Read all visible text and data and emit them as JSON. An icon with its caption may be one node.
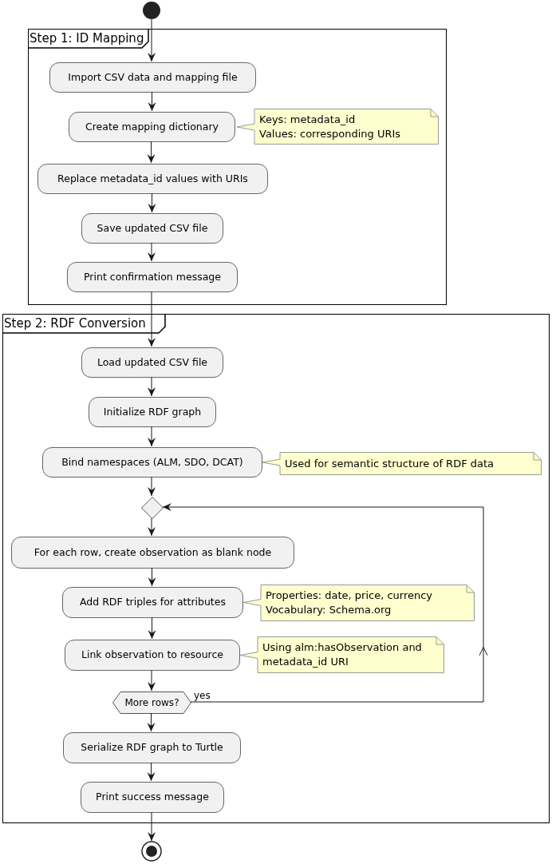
{
  "diagram": {
    "nodes": [
      {
        "text": [],
        "shape": "circle"
      },
      {
        "text": [
          "Step 1: ID Mapping"
        ]
      },
      {
        "text": [
          "Import CSV data and mapping file"
        ],
        "in": 1
      },
      {
        "text": [
          "Create mapping dictionary"
        ],
        "in": 1
      },
      {
        "text": [
          "Keys: metadata_id",
          "Values: corresponding URIs"
        ],
        "in": 1
      },
      {
        "text": [
          "Replace metadata_id values with URIs"
        ],
        "in": 1
      },
      {
        "text": [
          "Save updated CSV file"
        ],
        "in": 1
      },
      {
        "text": [
          "Print confirmation message"
        ],
        "in": 1
      },
      {
        "text": [
          "Step 2: RDF Conversion"
        ]
      },
      {
        "text": [
          "Load updated CSV file"
        ],
        "in": 8
      },
      {
        "text": [
          "Initialize RDF graph"
        ],
        "in": 8
      },
      {
        "text": [
          "Bind namespaces (ALM, SDO, DCAT)"
        ],
        "in": 8
      },
      {
        "text": [
          "Used for semantic structure of RDF data"
        ],
        "in": 8
      },
      {
        "text": [],
        "shape": "diamond",
        "in": 8
      },
      {
        "text": [
          "For each row, create observation as blank node"
        ],
        "in": 8
      },
      {
        "text": [
          "Add RDF triples for attributes"
        ],
        "in": 8
      },
      {
        "text": [
          "Properties: date, price, currency",
          "Vocabulary: Schema.org"
        ],
        "in": 8
      },
      {
        "text": [
          "Link observation to resource"
        ],
        "in": 8
      },
      {
        "text": [
          "Using alm:hasObservation and metadata_id URI"
        ],
        "in": 8
      },
      {
        "text": [
          "More rows?"
        ],
        "in": 8
      },
      {
        "text": [
          "Serialize RDF graph to Turtle"
        ],
        "in": 8
      },
      {
        "text": [
          "Print success message"
        ],
        "in": 8
      },
      {
        "text": [],
        "shape": "circle"
      }
    ],
    "edges": [
      {
        "from": 0,
        "to": 2,
        "arrow": "to"
      },
      {
        "from": 2,
        "to": 3,
        "arrow": "to"
      },
      {
        "from": 3,
        "to": 5,
        "arrow": "to"
      },
      {
        "from": 5,
        "to": 6,
        "arrow": "to"
      },
      {
        "from": 6,
        "to": 7,
        "arrow": "to"
      },
      {
        "from": 7,
        "to": 9,
        "arrow": "to"
      },
      {
        "from": 9,
        "to": 10,
        "arrow": "to"
      },
      {
        "from": 10,
        "to": 11,
        "arrow": "to"
      },
      {
        "from": 11,
        "to": 13,
        "arrow": "to"
      },
      {
        "from": 13,
        "to": 14,
        "arrow": "to"
      },
      {
        "from": 14,
        "to": 15,
        "arrow": "to"
      },
      {
        "from": 15,
        "to": 17,
        "arrow": "to"
      },
      {
        "from": 17,
        "to": 19,
        "arrow": "to"
      },
      {
        "from": 19,
        "to": 13,
        "arrow": "to",
        "label": "yes"
      },
      {
        "from": 19,
        "to": 20,
        "arrow": "to"
      },
      {
        "from": 20,
        "to": 21,
        "arrow": "to"
      },
      {
        "from": 21,
        "to": 22,
        "arrow": "to"
      }
    ]
  }
}
